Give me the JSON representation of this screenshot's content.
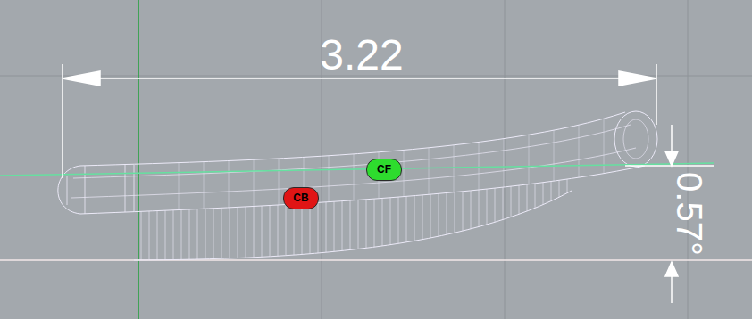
{
  "diagram": {
    "nodes": [
      {
        "text": [
          "CF"
        ]
      },
      {
        "text": [
          "CB"
        ]
      }
    ],
    "labels": [
      "3.22",
      "0.57°"
    ]
  }
}
